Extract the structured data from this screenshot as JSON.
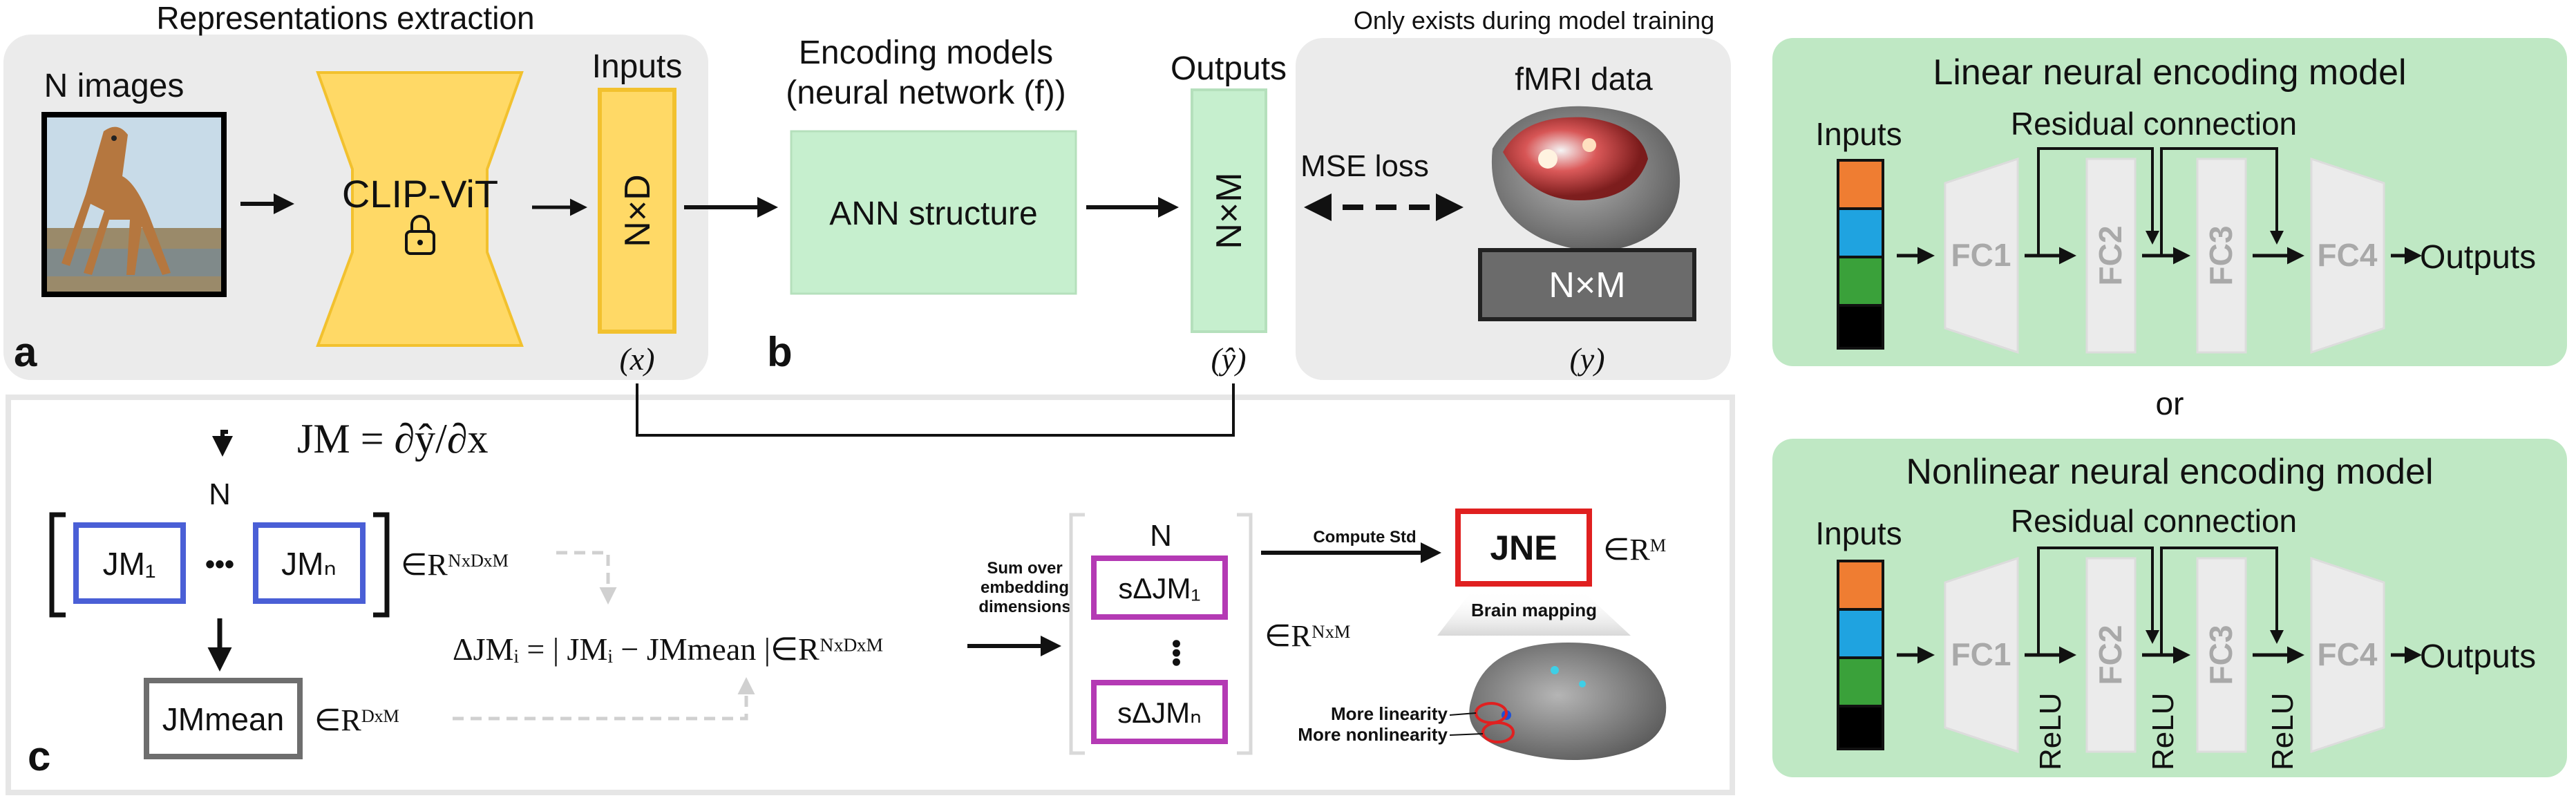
{
  "panel_a": {
    "title": "Representations extraction",
    "images_label": "N images",
    "clip_label": "CLIP-ViT",
    "inputs_label": "Inputs",
    "inputs_dims": "N×D",
    "x_var": "(x)",
    "letter": "a"
  },
  "panel_b": {
    "title_line1": "Encoding models",
    "title_line2": "(neural network (f))",
    "ann_label": "ANN structure",
    "outputs_label": "Outputs",
    "outputs_dims": "N×M",
    "yhat_var": "(ŷ)",
    "letter": "b"
  },
  "training_panel": {
    "title": "Only exists during model training",
    "fmri_label": "fMRI data",
    "mse_label": "MSE loss",
    "fmri_dims": "N×M",
    "y_var": "(y)"
  },
  "panel_c": {
    "letter": "c",
    "jm_formula": "JM = ∂ŷ/∂x",
    "n_label": "N",
    "jm1": "JM₁",
    "jmn": "JMₙ",
    "dots": "•••",
    "jm_space": "∈Rᴺˣᴰˣᴹ",
    "jm_mean": "JMmean",
    "jm_mean_space": "∈Rᴰˣᴹ",
    "delta_formula": "ΔJMᵢ = | JMᵢ − JMmean |∈Rᴺˣᴰˣᴹ",
    "sum_label_line1": "Sum over",
    "sum_label_line2": "embedding",
    "sum_label_line3": "dimensions",
    "sdjm_n_label": "N",
    "sdjm1": "sΔJM₁",
    "sdjmn": "sΔJMₙ",
    "sdjm_space": "∈Rᴺˣᴹ",
    "compute_std": "Compute Std",
    "jne_label": "JNE",
    "jne_space": "∈Rᴹ",
    "brain_mapping": "Brain mapping",
    "more_linearity": "More linearity",
    "more_nonlinearity": "More nonlinearity"
  },
  "linear_model": {
    "title": "Linear neural encoding model",
    "inputs_label": "Inputs",
    "residual_label": "Residual connection",
    "fc1": "FC1",
    "fc2": "FC2",
    "fc3": "FC3",
    "fc4": "FC4",
    "outputs_label": "Outputs"
  },
  "or_label": "or",
  "nonlinear_model": {
    "title": "Nonlinear neural encoding model",
    "inputs_label": "Inputs",
    "residual_label": "Residual connection",
    "fc1": "FC1",
    "fc2": "FC2",
    "fc3": "FC3",
    "fc4": "FC4",
    "relu": "ReLU",
    "outputs_label": "Outputs"
  },
  "colors": {
    "gray_panel": "#ebebeb",
    "yellow": "#ffd966",
    "yellow_border": "#f2c12e",
    "green": "#c6efce",
    "green_panel": "#bfe8c4",
    "blue_box": "#4a5fd6",
    "purple_box": "#b43ab4",
    "red_box": "#e02020",
    "input_orange": "#ef7d32",
    "input_blue": "#1fa3e0",
    "input_green": "#3aa13a",
    "input_black": "#000000"
  }
}
